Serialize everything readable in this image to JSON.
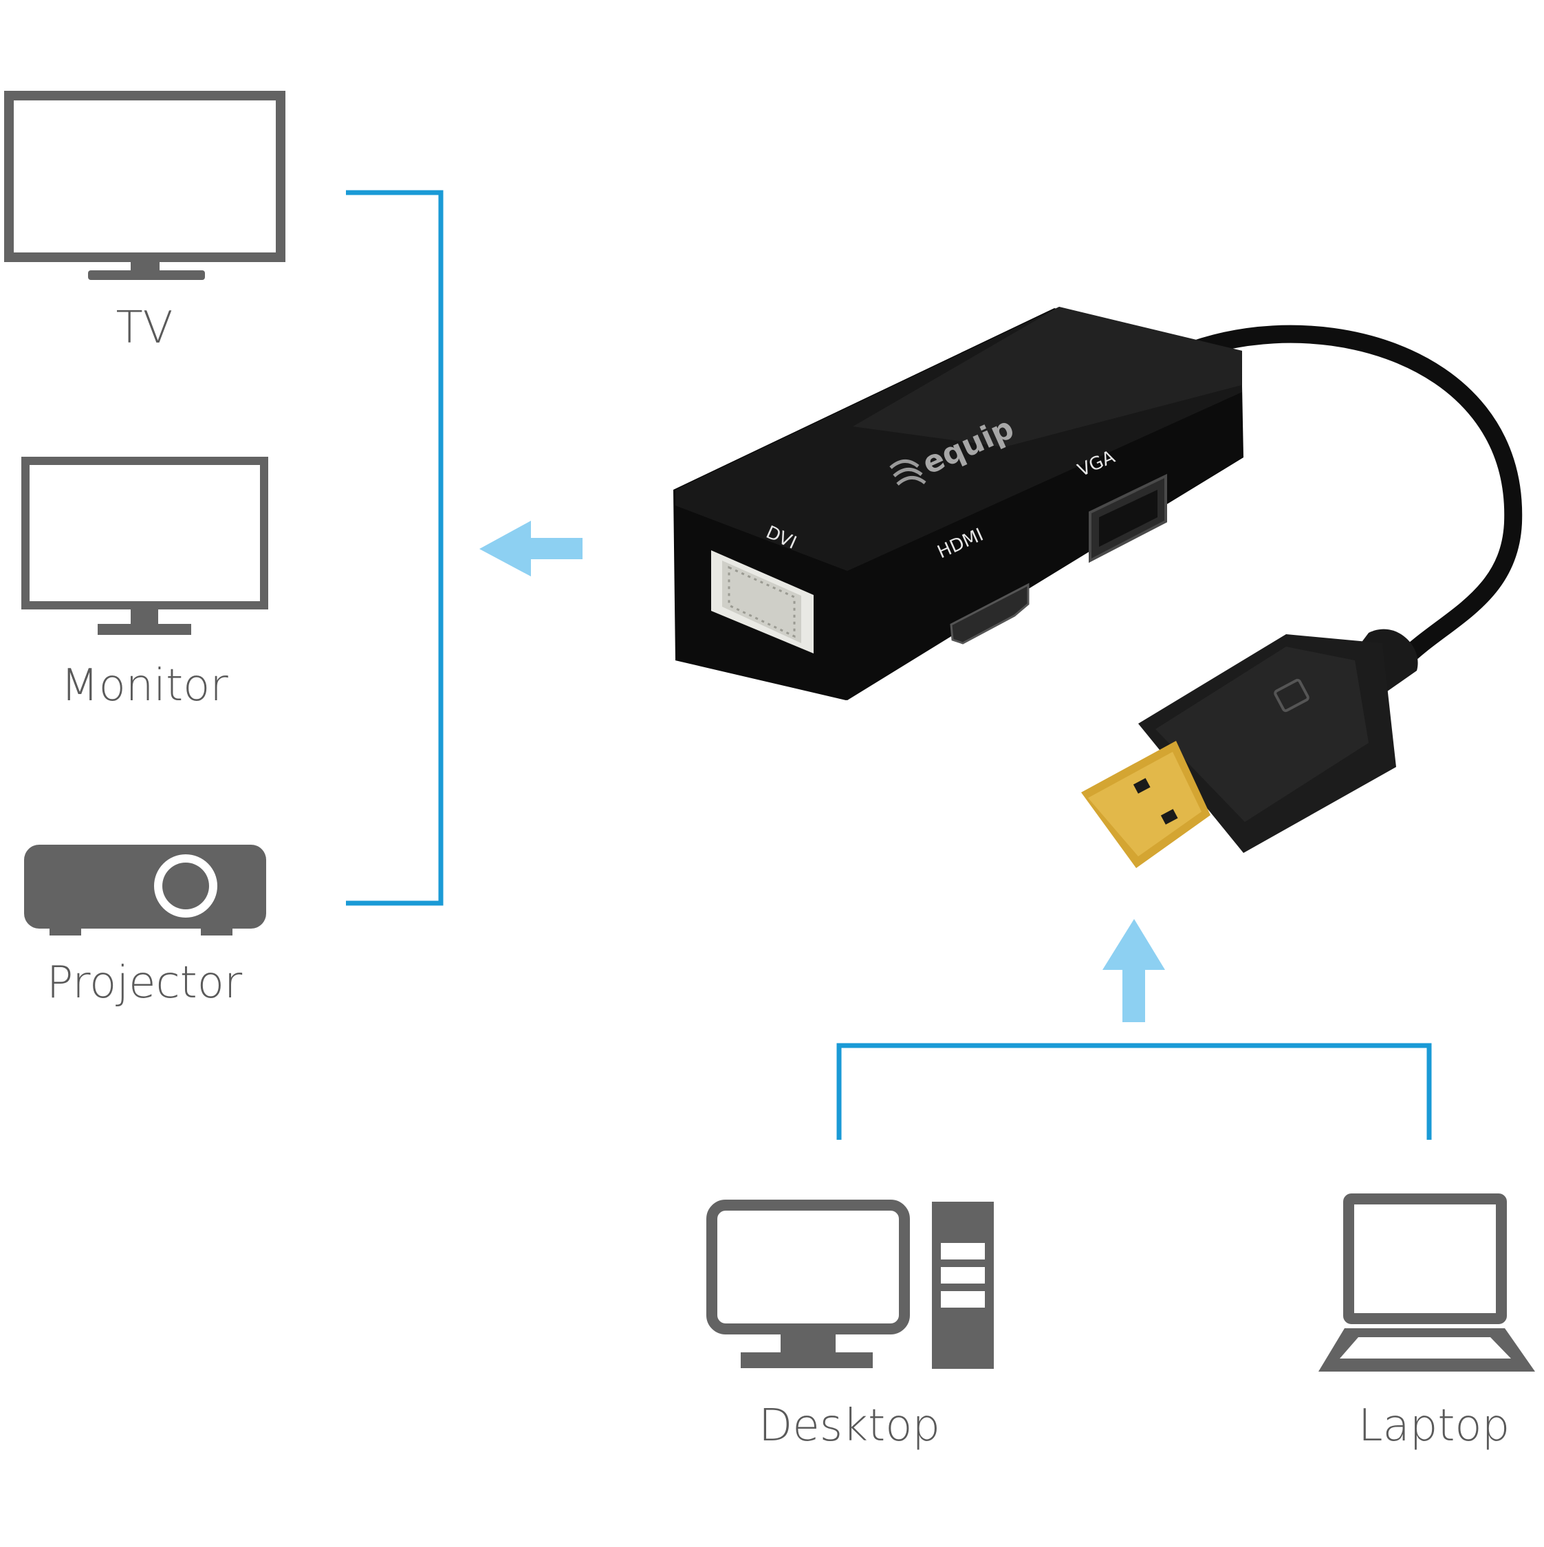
{
  "outputs": {
    "tv_label": "TV",
    "monitor_label": "Monitor",
    "projector_label": "Projector"
  },
  "inputs": {
    "desktop_label": "Desktop",
    "laptop_label": "Laptop"
  },
  "adapter": {
    "brand": "equip",
    "ports": [
      "DVI",
      "HDMI",
      "VGA"
    ]
  },
  "colors": {
    "icon": "#636363",
    "bracket": "#1a9ad6",
    "arrow": "#8dd0f2",
    "adapter_body": "#121212",
    "connector_gold": "#d4a532"
  },
  "icons": [
    "tv-icon",
    "monitor-icon",
    "projector-icon",
    "desktop-icon",
    "laptop-icon"
  ]
}
